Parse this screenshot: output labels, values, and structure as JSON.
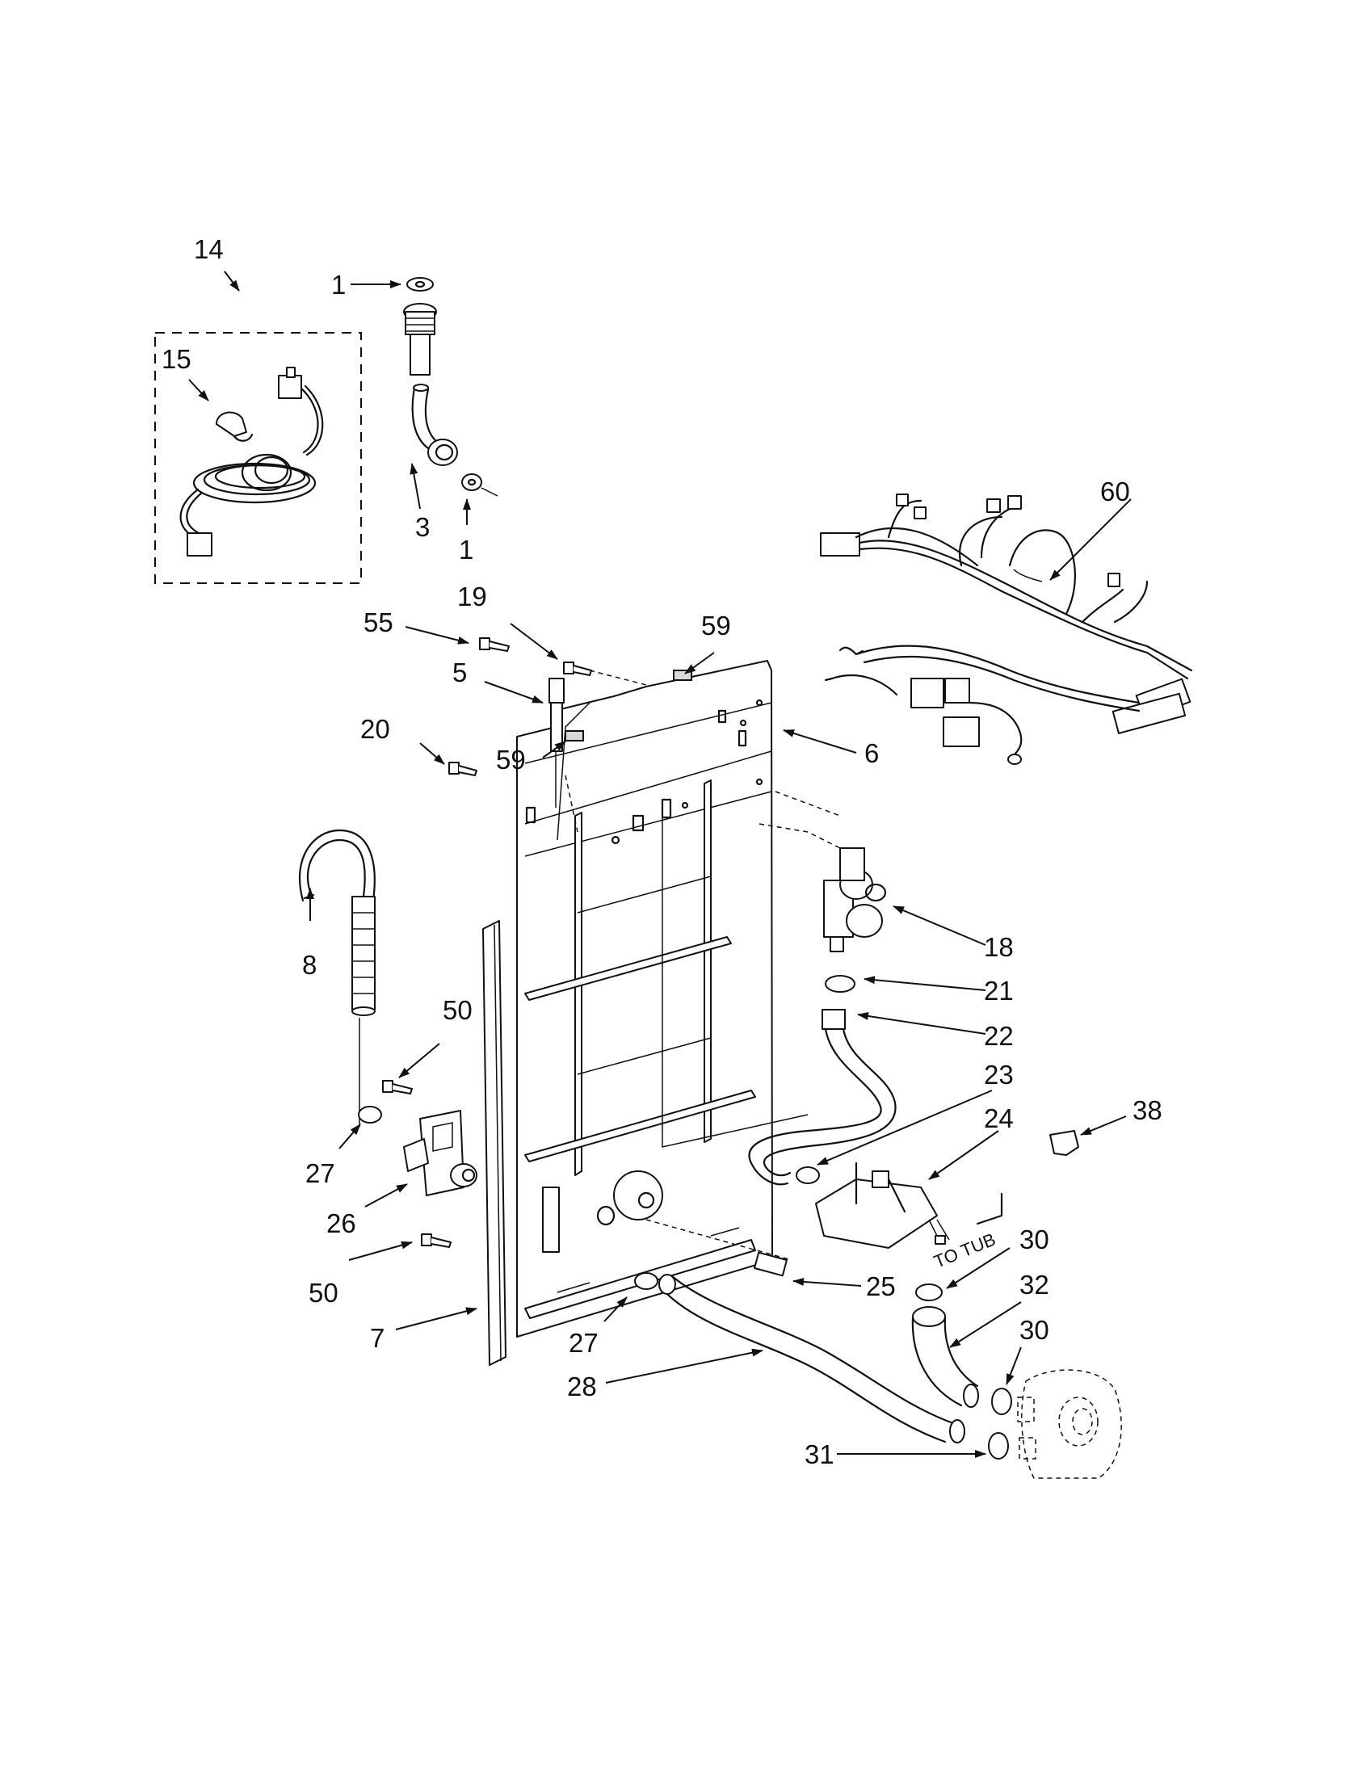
{
  "labels": {
    "l1a": "1",
    "l1b": "1",
    "l3": "3",
    "l5": "5",
    "l6": "6",
    "l7": "7",
    "l8": "8",
    "l14": "14",
    "l15": "15",
    "l18": "18",
    "l19": "19",
    "l20": "20",
    "l21": "21",
    "l22": "22",
    "l23": "23",
    "l24": "24",
    "l25": "25",
    "l26": "26",
    "l27a": "27",
    "l27b": "27",
    "l28": "28",
    "l30a": "30",
    "l30b": "30",
    "l31": "31",
    "l32": "32",
    "l38": "38",
    "l50a": "50",
    "l50b": "50",
    "l55": "55",
    "l59a": "59",
    "l59b": "59",
    "l60": "60"
  },
  "notes": {
    "to_tub": "TO TUB"
  }
}
